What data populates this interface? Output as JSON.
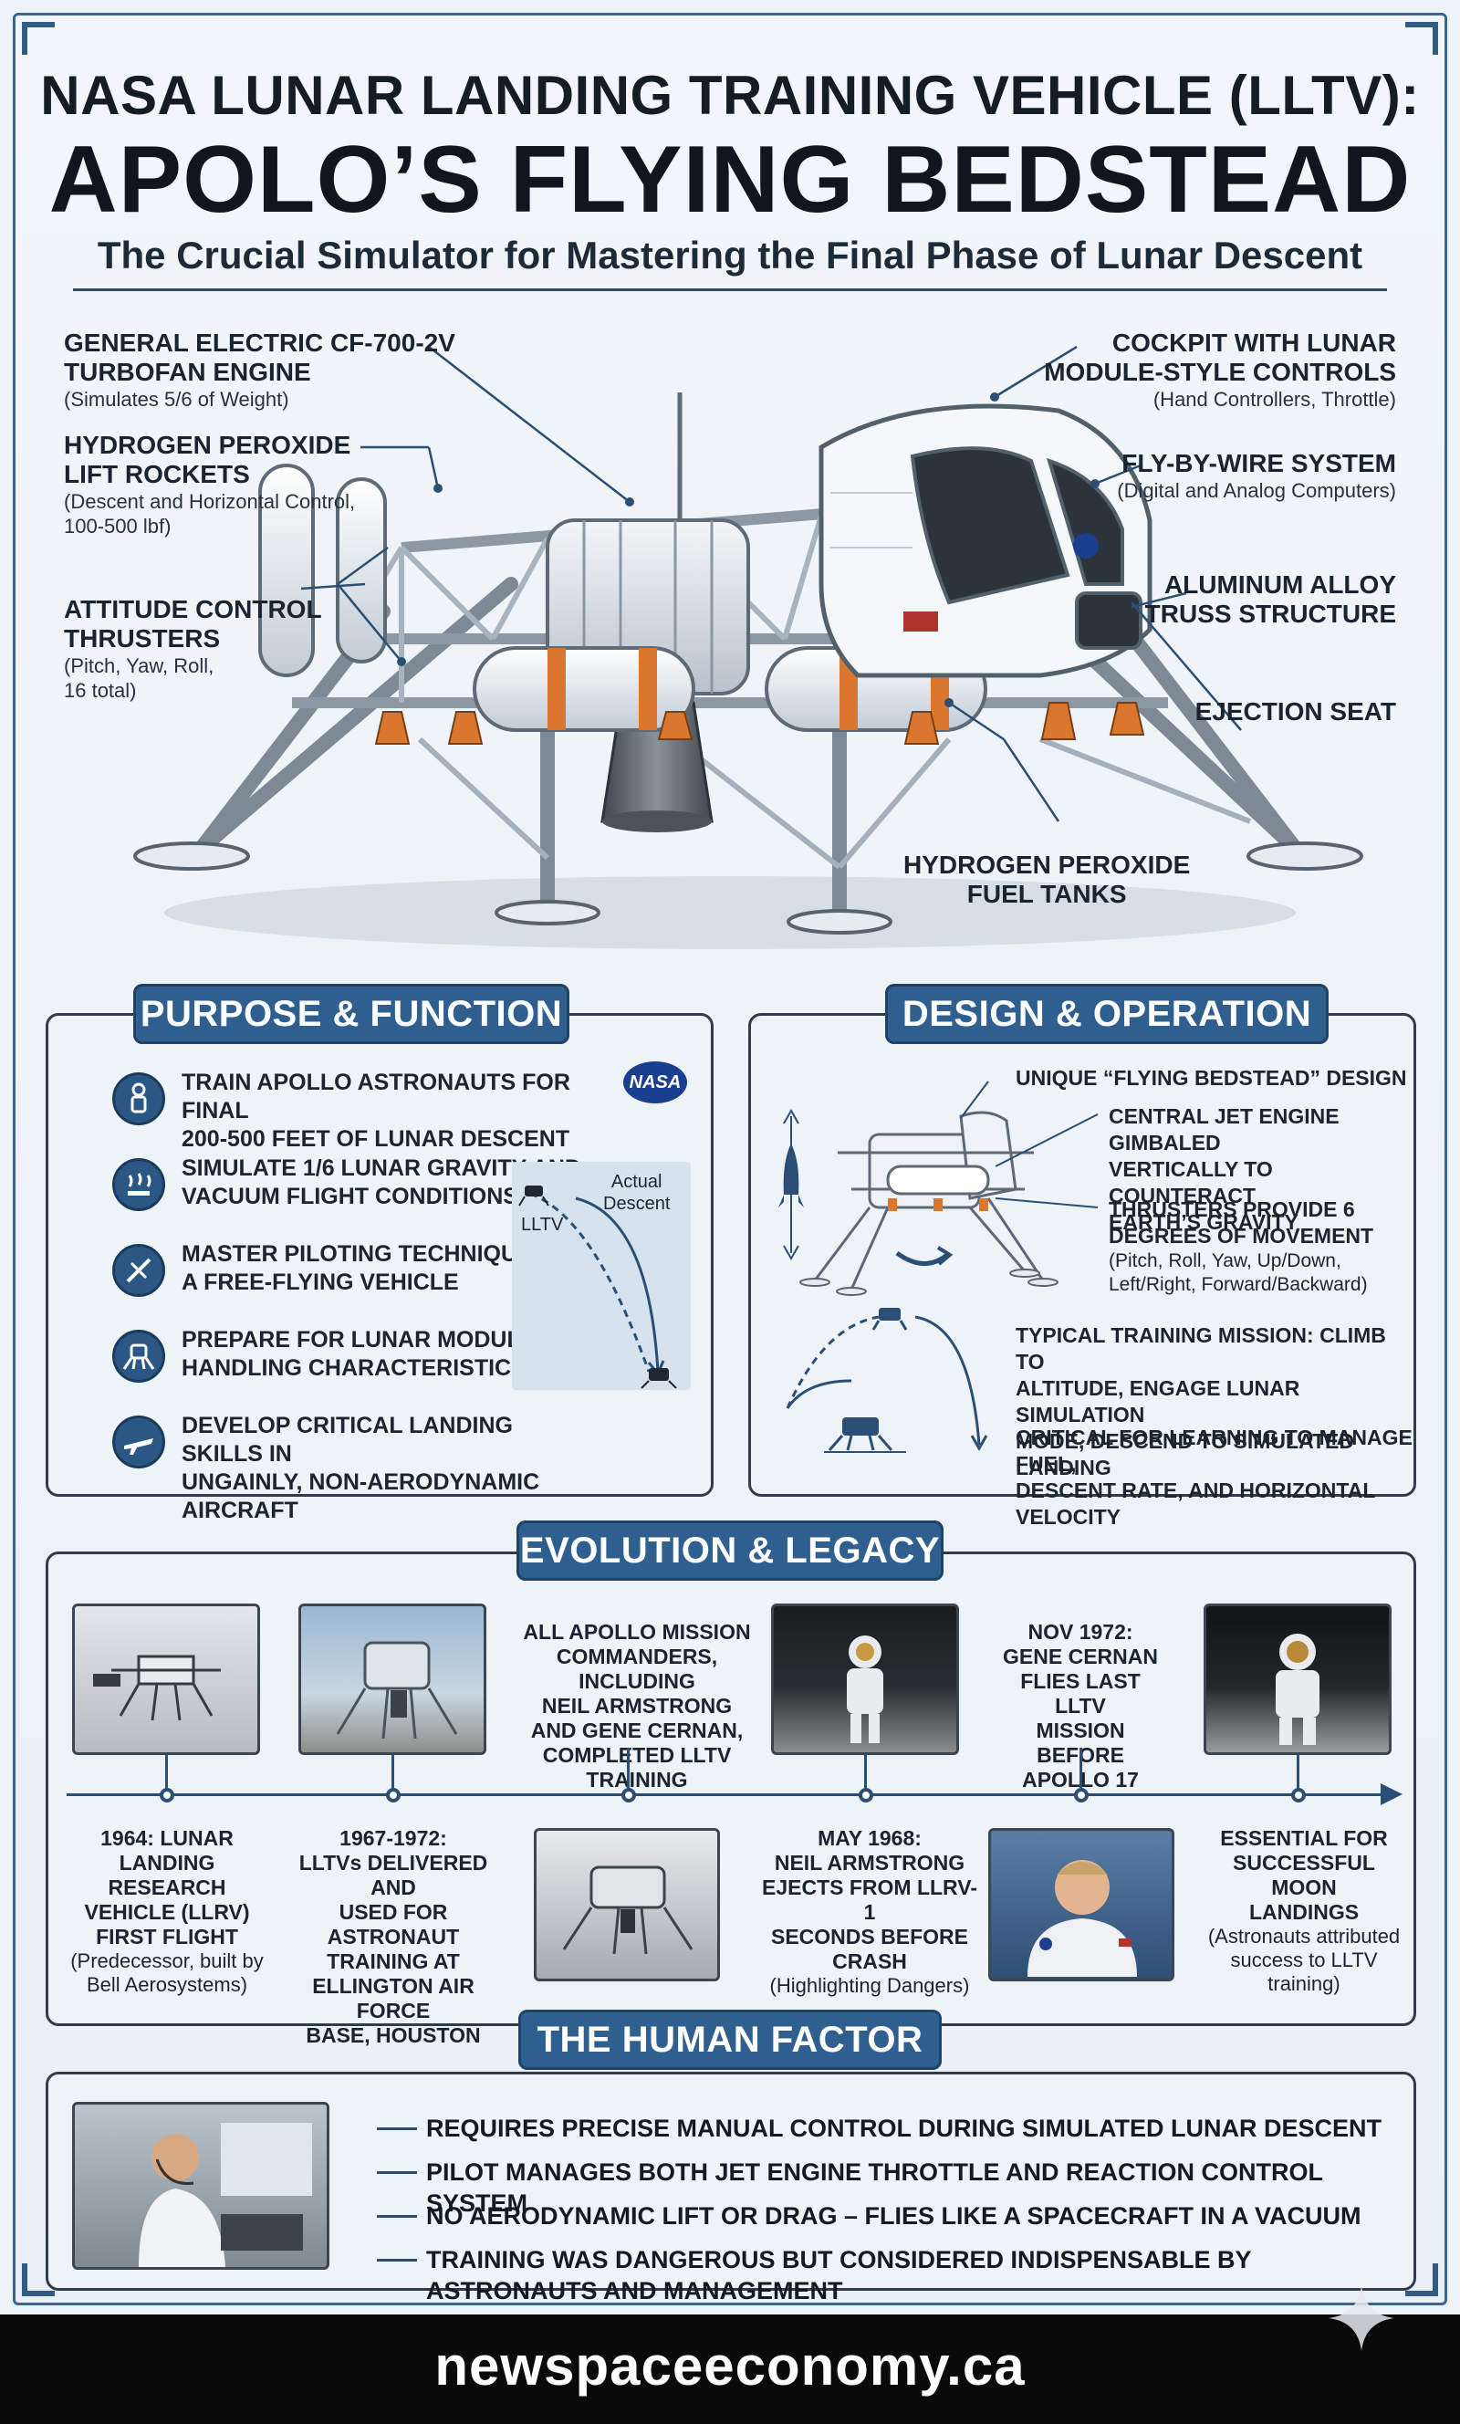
{
  "header": {
    "title_line1": "NASA LUNAR LANDING TRAINING VEHICLE (LLTV):",
    "title_line2": "APOLO’S FLYING BEDSTEAD",
    "subtitle": "The Crucial Simulator for Mastering the Final Phase of Lunar Descent"
  },
  "hero": {
    "callouts": [
      {
        "title_l1": "GENERAL ELECTRIC CF-700-2V",
        "title_l2": "TURBOFAN ENGINE",
        "sub_l1": "(Simulates 5/6 of Weight)",
        "sub_l2": ""
      },
      {
        "title_l1": "HYDROGEN PEROXIDE",
        "title_l2": "LIFT ROCKETS",
        "sub_l1": "(Descent and Horizontal Control,",
        "sub_l2": "100-500 lbf)"
      },
      {
        "title_l1": "ATTITUDE CONTROL",
        "title_l2": "THRUSTERS",
        "sub_l1": "(Pitch, Yaw, Roll,",
        "sub_l2": "16 total)"
      },
      {
        "title_l1": "COCKPIT WITH LUNAR",
        "title_l2": "MODULE-STYLE CONTROLS",
        "sub_l1": "(Hand Controllers, Throttle)",
        "sub_l2": ""
      },
      {
        "title_l1": "FLY-BY-WIRE SYSTEM",
        "title_l2": "",
        "sub_l1": "(Digital and Analog Computers)",
        "sub_l2": ""
      },
      {
        "title_l1": "ALUMINUM ALLOY",
        "title_l2": "TRUSS STRUCTURE",
        "sub_l1": "",
        "sub_l2": ""
      },
      {
        "title_l1": "EJECTION SEAT",
        "title_l2": "",
        "sub_l1": "",
        "sub_l2": ""
      },
      {
        "title_l1": "HYDROGEN PEROXIDE",
        "title_l2": "FUEL TANKS",
        "sub_l1": "",
        "sub_l2": ""
      }
    ]
  },
  "purpose": {
    "heading": "PURPOSE & FUNCTION",
    "nasa_logo_text": "NASA",
    "items": [
      {
        "l1": "TRAIN APOLLO ASTRONAUTS FOR FINAL",
        "l2": "200-500 FEET OF LUNAR DESCENT",
        "icon": "astronaut-icon"
      },
      {
        "l1": "SIMULATE 1/6 LUNAR GRAVITY AND",
        "l2": "VACUUM FLIGHT CONDITIONS",
        "icon": "gravity-icon"
      },
      {
        "l1": "MASTER PILOTING TECHNIQUES IN",
        "l2": "A FREE-FLYING VEHICLE",
        "icon": "satellite-icon"
      },
      {
        "l1": "PREPARE FOR LUNAR MODULE (LM)",
        "l2": "HANDLING CHARACTERISTICS",
        "icon": "lander-icon"
      },
      {
        "l1": "DEVELOP CRITICAL LANDING SKILLS IN",
        "l2": "UNGAINLY, NON-AERODYNAMIC AIRCRAFT",
        "icon": "airplane-icon"
      }
    ],
    "diagram": {
      "label_lltv": "LLTV",
      "label_actual_l1": "Actual",
      "label_actual_l2": "Descent"
    }
  },
  "design": {
    "heading": "DESIGN & OPERATION",
    "notes": [
      {
        "l1": "UNIQUE “FLYING BEDSTEAD” DESIGN",
        "l2": "",
        "l3": "",
        "sub1": "",
        "sub2": ""
      },
      {
        "l1": "CENTRAL JET ENGINE GIMBALED",
        "l2": "VERTICALLY TO COUNTERACT",
        "l3": "EARTH’S GRAVITY",
        "sub1": "",
        "sub2": ""
      },
      {
        "l1": "THRUSTERS PROVIDE 6",
        "l2": "DEGREES OF MOVEMENT",
        "l3": "",
        "sub1": "(Pitch, Roll, Yaw, Up/Down,",
        "sub2": "Left/Right, Forward/Backward)"
      },
      {
        "l1": "TYPICAL TRAINING MISSION: CLIMB TO",
        "l2": "ALTITUDE, ENGAGE LUNAR SIMULATION",
        "l3": "MODE, DESCEND TO SIMULATED LANDING",
        "sub1": "",
        "sub2": ""
      },
      {
        "l1": "CRITICAL FOR LEARNING TO MANAGE FUEL,",
        "l2": "DESCENT RATE, AND HORIZONTAL VELOCITY",
        "l3": "",
        "sub1": "",
        "sub2": ""
      }
    ]
  },
  "evolution": {
    "heading": "EVOLUTION & LEGACY",
    "top_text": {
      "l1": "ALL APOLLO MISSION",
      "l2": "COMMANDERS, INCLUDING",
      "l3": "NEIL ARMSTRONG",
      "l4": "AND GENE CERNAN,",
      "l5": "COMPLETED LLTV TRAINING"
    },
    "top_text2": {
      "l1": "NOV 1972:",
      "l2": "GENE CERNAN",
      "l3": "FLIES LAST LLTV",
      "l4": "MISSION BEFORE",
      "l5": "APOLLO 17"
    },
    "bottom": [
      {
        "l1": "1964: LUNAR",
        "l2": "LANDING RESEARCH",
        "l3": "VEHICLE (LLRV)",
        "l4": "FIRST FLIGHT",
        "s1": "(Predecessor, built by",
        "s2": "Bell Aerosystems)"
      },
      {
        "l1": "1967-1972:",
        "l2": "LLTVs DELIVERED AND",
        "l3": "USED FOR ASTRONAUT",
        "l4": "TRAINING AT",
        "l5": "ELLINGTON AIR FORCE",
        "l6": "BASE, HOUSTON"
      },
      {
        "l1": "MAY 1968:",
        "l2": "NEIL ARMSTRONG",
        "l3": "EJECTS FROM LLRV-1",
        "l4": "SECONDS BEFORE",
        "l5": "CRASH",
        "s1": "(Highlighting Dangers)"
      },
      {
        "l1": "ESSENTIAL FOR",
        "l2": "SUCCESSFUL MOON",
        "l3": "LANDINGS",
        "s1": "(Astronauts attributed",
        "s2": "success to LLTV",
        "s3": "training)"
      }
    ]
  },
  "human": {
    "heading": "THE HUMAN FACTOR",
    "items": [
      "REQUIRES PRECISE MANUAL CONTROL DURING SIMULATED LUNAR DESCENT",
      "PILOT MANAGES BOTH JET ENGINE THROTTLE AND REACTION CONTROL SYSTEM",
      "NO AERODYNAMIC LIFT OR DRAG – FLIES LIKE A SPACECRAFT IN A VACUUM",
      "TRAINING WAS DANGEROUS BUT CONSIDERED INDISPENSABLE BY ASTRONAUTS AND MANAGEMENT"
    ]
  },
  "footer": {
    "site": "newspaceeconomy.ca"
  },
  "colors": {
    "accent": "#2f5f8f",
    "dark": "#141c24",
    "background": "#ecf2f8",
    "footer": "#0a0a0a",
    "rocket_orange": "#d9772e"
  }
}
